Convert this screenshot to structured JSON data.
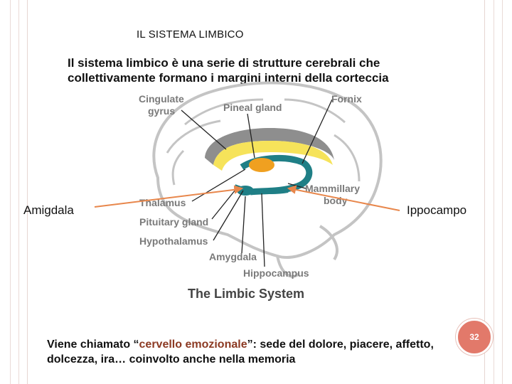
{
  "slide": {
    "title": "IL SISTEMA LIMBICO",
    "intro": "Il sistema limbico è una serie di strutture cerebrali che collettivamente formano i margini interni della corteccia",
    "left_label": "Amigdala",
    "right_label": "Ippocampo",
    "footer": {
      "prefix": "Viene chiamato “",
      "highlight": "cervello emozionale",
      "suffix": "”: sede del dolore, piacere, affetto, dolcezza, ira… coinvolto anche nella memoria"
    },
    "page_number": "32"
  },
  "diagram": {
    "caption": "The Limbic System",
    "labels": {
      "cingulate_line1": "Cingulate",
      "cingulate_line2": "gyrus",
      "pineal": "Pineal gland",
      "fornix": "Fornix",
      "mammillary_line1": "Mammillary",
      "mammillary_line2": "body",
      "thalamus": "Thalamus",
      "pituitary": "Pituitary gland",
      "hypothalamus": "Hypothalamus",
      "amygdala": "Amygdala",
      "hippocampus": "Hippocampus"
    }
  },
  "colors": {
    "arrow": "#e8874c",
    "accent_badge": "#e2796a",
    "highlight_text": "#8c3a23",
    "limbic_teal": "#1f7f86",
    "thalamus_orange": "#f0a020"
  }
}
